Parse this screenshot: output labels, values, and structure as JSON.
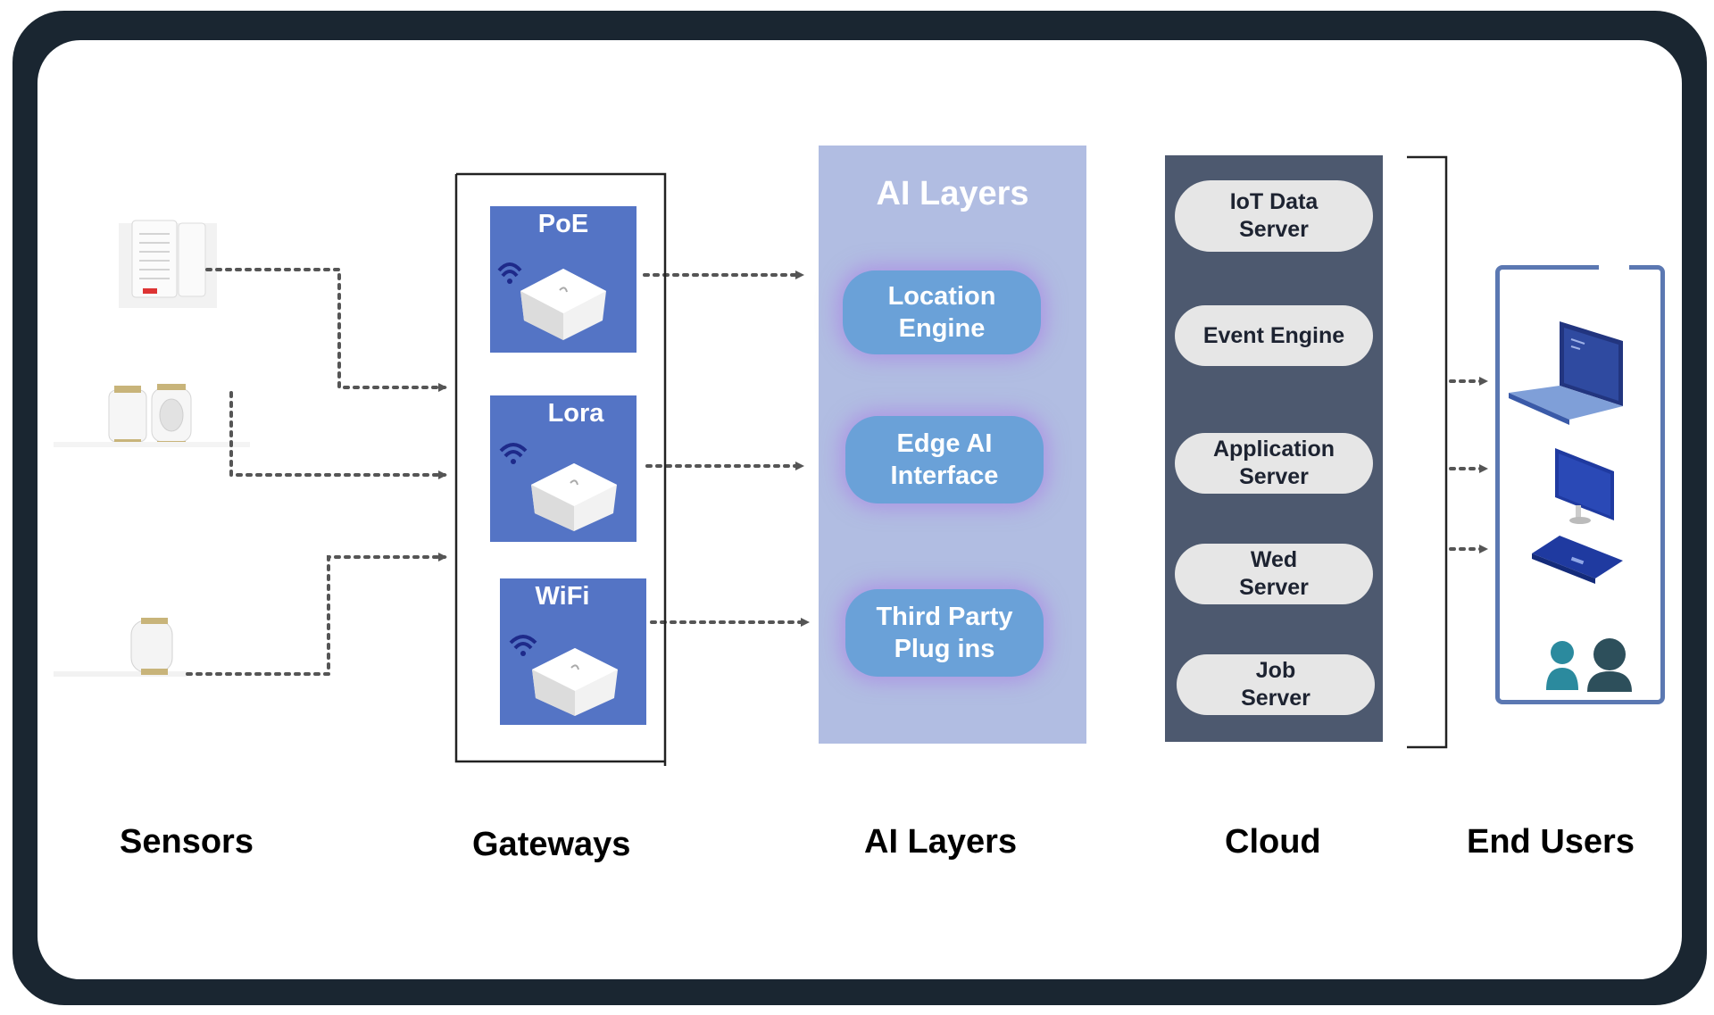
{
  "gateways": [
    {
      "label": "PoE"
    },
    {
      "label": "Lora"
    },
    {
      "label": "WiFi"
    }
  ],
  "ai_layers": {
    "title": "AI Layers",
    "modules": [
      "Location\nEngine",
      "Edge AI\nInterface",
      "Third Party\nPlug ins"
    ]
  },
  "cloud": {
    "servers": [
      "IoT Data\nServer",
      "Event Engine",
      "Application\nServer",
      "Wed\nServer",
      "Job\nServer"
    ]
  },
  "stages": {
    "sensors": "Sensors",
    "gateways": "Gateways",
    "ai_layers": "AI Layers",
    "cloud": "Cloud",
    "end_users": "End Users"
  },
  "icons": [
    "sensor-device-icon",
    "gateway-device-icon",
    "wifi-signal-icon",
    "laptop-icon",
    "monitor-icon",
    "tablet-icon",
    "users-icon"
  ],
  "colors": {
    "frame": "#1a2631",
    "gateway_card": "#5474c5",
    "ai_panel": "#b1bde2",
    "ai_module": "#6aa1d8",
    "cloud_panel": "#4d596f",
    "cloud_server": "#e6e6e6",
    "end_user_border": "#5b78b2",
    "connector": "#555555"
  }
}
